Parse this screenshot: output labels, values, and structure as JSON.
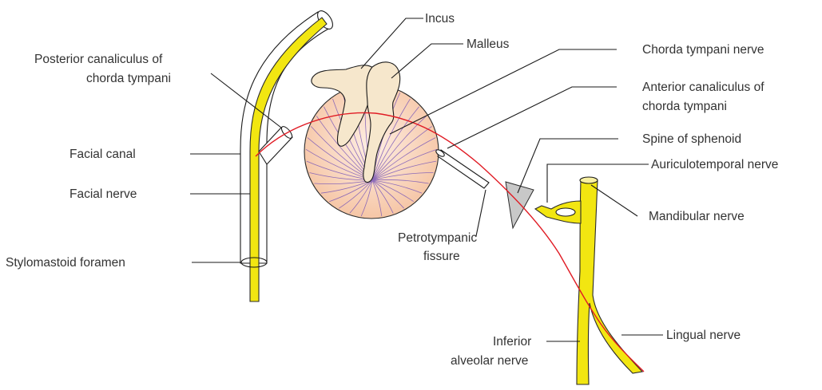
{
  "colors": {
    "nerve": "#f2e611",
    "nerve_outline": "#2b2b2b",
    "chorda_tympani": "#e01b24",
    "tympanic_membrane_edge": "#f6c6a6",
    "tympanic_membrane_center": "#fdeee3",
    "membrane_rays": "#7a58b8",
    "ossicles": "#f6e7cc",
    "spine_fill": "#c8c8c8",
    "text": "#333333"
  },
  "labels": {
    "incus": "Incus",
    "malleus": "Malleus",
    "chorda_tympani_nerve": "Chorda tympani nerve",
    "anterior_canaliculus_1": "Anterior canaliculus of",
    "anterior_canaliculus_2": "chorda tympani",
    "posterior_canaliculus_1": "Posterior canaliculus of",
    "posterior_canaliculus_2": "chorda tympani",
    "spine_of_sphenoid": "Spine of sphenoid",
    "auriculotemporal_nerve": "Auriculotemporal nerve",
    "mandibular_nerve": "Mandibular nerve",
    "facial_canal": "Facial canal",
    "facial_nerve": "Facial nerve",
    "petrotympanic_1": "Petrotympanic",
    "petrotympanic_2": "fissure",
    "stylomastoid_foramen": "Stylomastoid foramen",
    "inferior_alveolar_1": "Inferior",
    "inferior_alveolar_2": "alveolar nerve",
    "lingual_nerve": "Lingual nerve"
  }
}
